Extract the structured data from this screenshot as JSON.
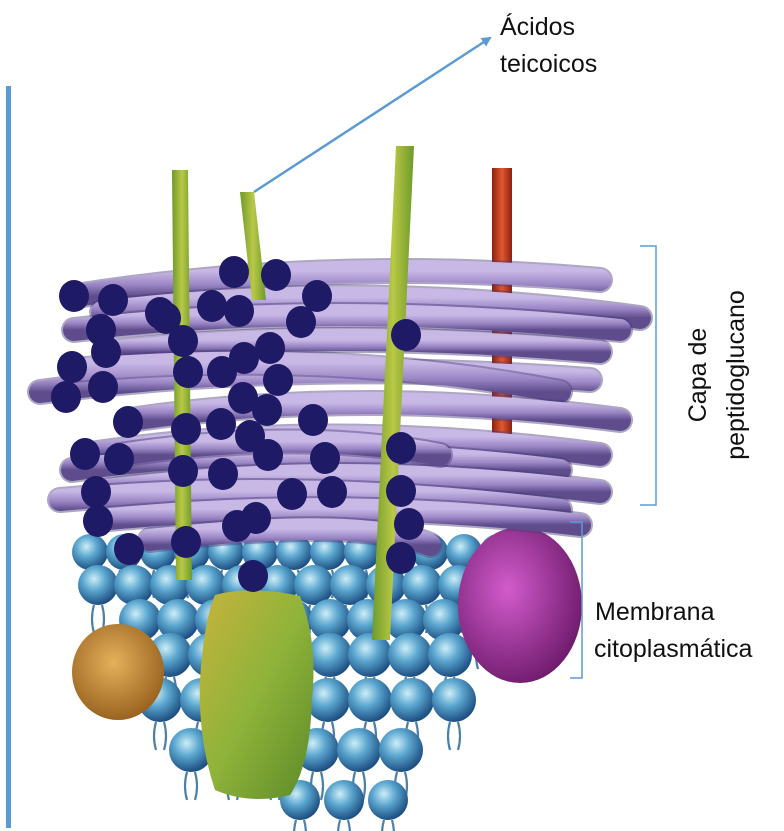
{
  "labels": {
    "teichoic_line1": "Ácidos",
    "teichoic_line2": "teicoicos",
    "peptidoglycan_line1": "Capa de",
    "peptidoglycan_line2": "peptidoglucano",
    "membrane_line1": "Membrana",
    "membrane_line2": "citoplasmática"
  },
  "colors": {
    "left_bar": "#5b9bd5",
    "arrow": "#5b9bd5",
    "bracket": "#5b9bd5",
    "fiber": "#9a86c4",
    "fiber_end": "#1e1a66",
    "teichoic_acid": "#8bb43a",
    "red_rod": "#cc3a22",
    "lipid_head": "#3d7fb0",
    "green_protein": "#8fb33a",
    "orange_protein": "#c98b34",
    "purple_protein": "#a2349e"
  },
  "icons": {
    "arrow": "arrow-up-right-icon"
  }
}
